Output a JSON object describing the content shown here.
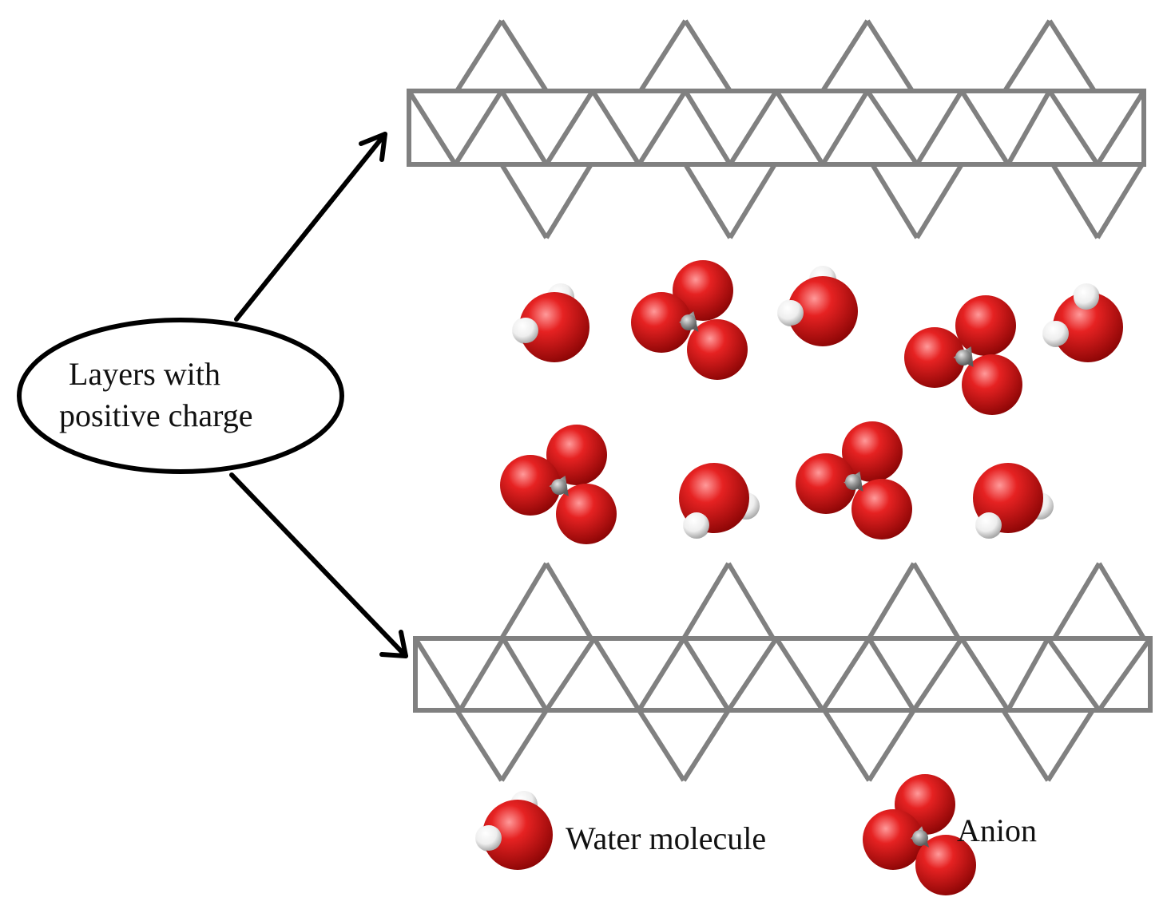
{
  "callout": {
    "line1": "Layers with",
    "line2": "positive charge"
  },
  "legend": {
    "water_label": "Water molecule",
    "anion_label": "Anion"
  },
  "colors": {
    "layer_stroke": "#808080",
    "oxygen": "#e01818",
    "hydrogen": "#ffffff",
    "carbon": "#9a9a9a",
    "arrow": "#000000"
  },
  "icons": {
    "water": "water-molecule-icon",
    "anion": "anion-icon"
  }
}
